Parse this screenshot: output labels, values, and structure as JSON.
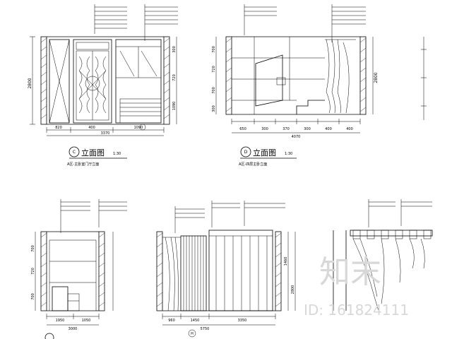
{
  "views": {
    "c": {
      "letter": "C",
      "title": "立面图",
      "scale": "1:30",
      "subtitle": "A区-主卧室门厅立面",
      "bottom_dims": [
        "820",
        "400",
        "1090"
      ],
      "total_dim": "3370",
      "height_dims": [
        "2800"
      ],
      "right_dims": [
        "300",
        "720",
        "1090"
      ]
    },
    "d": {
      "letter": "D",
      "title": "立面图",
      "scale": "1:30",
      "subtitle": "A区-四层主卧立面",
      "bottom_dims": [
        "650",
        "300",
        "370",
        "300",
        "400",
        "400"
      ],
      "total_dim": "4070",
      "height_dims": [
        "2800"
      ],
      "right_dims": [
        "700",
        "720",
        "700",
        "300"
      ]
    },
    "e": {
      "left_dims": [
        "700",
        "720",
        "700"
      ],
      "bottom_dims": [
        "1950",
        "1050"
      ],
      "total_dim": "3000"
    },
    "f": {
      "letter": "H",
      "right_dims": [
        "1460",
        "2800"
      ],
      "bottom_dims": [
        "960",
        "1450",
        "3350"
      ],
      "total_dim": "5750"
    }
  },
  "watermark": {
    "brand": "知末",
    "id": "ID: 161824111"
  }
}
